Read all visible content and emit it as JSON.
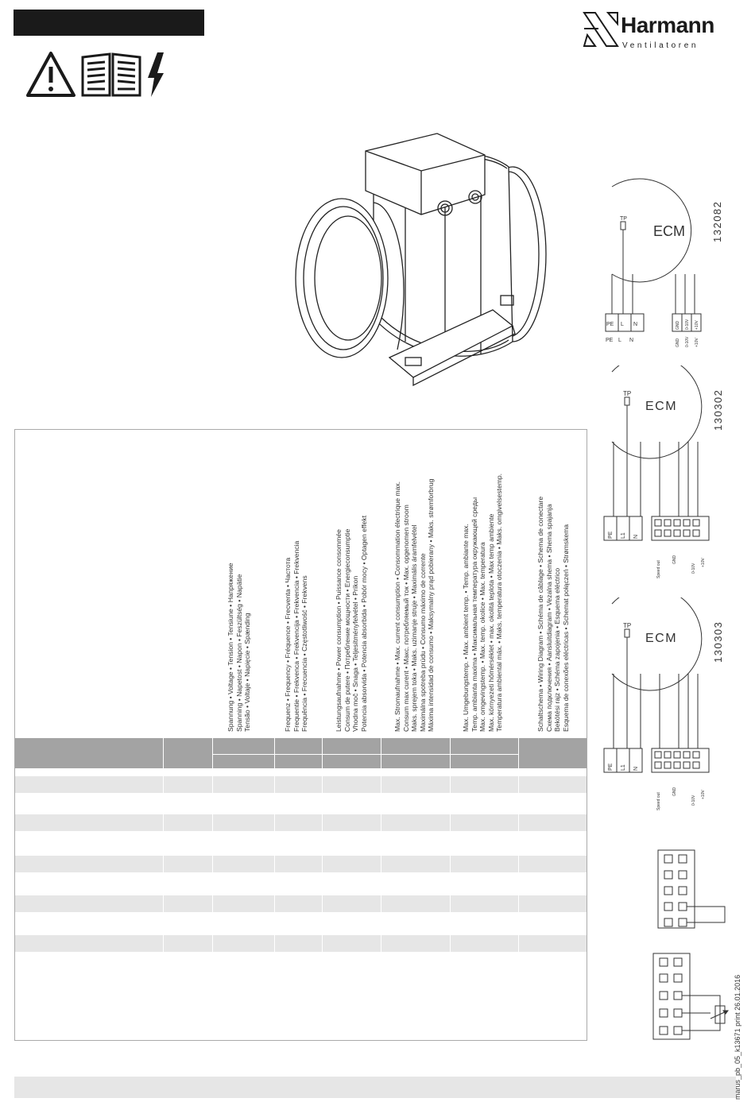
{
  "brand": {
    "name": "Harmann",
    "subtitle": "Ventilatoren"
  },
  "icons": [
    "warning-icon",
    "manual-icon",
    "lightning-icon"
  ],
  "specs_header": {
    "voltage": [
      "Spannung • Voltage • Tension • Tensiune • Напряжение",
      "Spanning • Napetost • Napon • Feszültség • Napätie",
      "Tensão • Voltaje • Napięcie • Spænding"
    ],
    "frequency": [
      "Frequenz • Frequency • Fréquence • Frecventa • Частота",
      "Frequentie • Frekvenca • Frekvencija • Frekvencia • Frekvencia",
      "Frequência • Frecuencia • Częstotliwość • Frekvens"
    ],
    "power": [
      "Leistungsaufnahme • Power consumption • Puissance consommée",
      "Consum de putere • Потребление мощности • Energieconsumptie",
      "Vhodna moč • Snaga • Teljesítményfelvétel • Príkon",
      "Potencia absorvida • Potencia absorbida • Pobór mocy • Optagen effekt"
    ],
    "current": [
      "Max. Stromaufnahme • Max. current consumption • Consommation électrique max.",
      "Consum max curent • Макс. потребляемый ток • Max. opgenomen stroom",
      "Maks. sprejem toka • Maks. uzimanje struje • Maximális áramfelvétel",
      "Maximálna spotreba prúdu • Consumo máximo de corrente",
      "Máxima intensidad de consumo • Maksymalny prąd pobierany • Maks. strømforbrug"
    ],
    "temperature": [
      "Max. Umgebungstemp. • Max. ambient temp. • Temp. ambiante max.",
      "Temp. ambianta maxima • Максимальная температура окружающей среды",
      "Max. omgevingstemp. • Max. temp. okolice • Max. temperatura",
      "Max. környezeti hőmérséklet • max. okolitá teplota • Max temp ambiente",
      "Temperatura ambiental máx. • Maks. temperatura otoczenia • Maks. omgivelsestemp."
    ],
    "wiring": [
      "Schaltschema • Wiring Diagram • Schéma de câblage • Schema de conectare",
      "Схема подключения • Aansluitdiagram • Vezalna shema • Shema spajanja",
      "Bekötési rajz • Schéma zapojenia • Esquema eléctrico",
      "Esquema de conexões eléctricas • Schemat połączeń • Strømskema"
    ]
  },
  "diagrams": [
    {
      "code": "132082",
      "motor": "ECM",
      "tp": "TP",
      "terminals_left": [
        "PE",
        "L",
        "N"
      ],
      "terminals_right": [
        "GND",
        "0-10V",
        "+10V"
      ]
    },
    {
      "code": "130302",
      "motor": "ECM",
      "tp": "TP",
      "terminals_left": [
        "PE",
        "L1",
        "N"
      ],
      "terminals_right": [
        "Speed out",
        "GND",
        "0-10V",
        "+10V"
      ]
    },
    {
      "code": "130303",
      "motor": "ECM",
      "tp": "TP",
      "terminals_left": [
        "PE",
        "L1",
        "N"
      ],
      "terminals_right": [
        "Speed out",
        "GND",
        "0-10V",
        "+10V"
      ]
    }
  ],
  "print_info": "marus_pb_05_k13671  print 26.01.2016"
}
